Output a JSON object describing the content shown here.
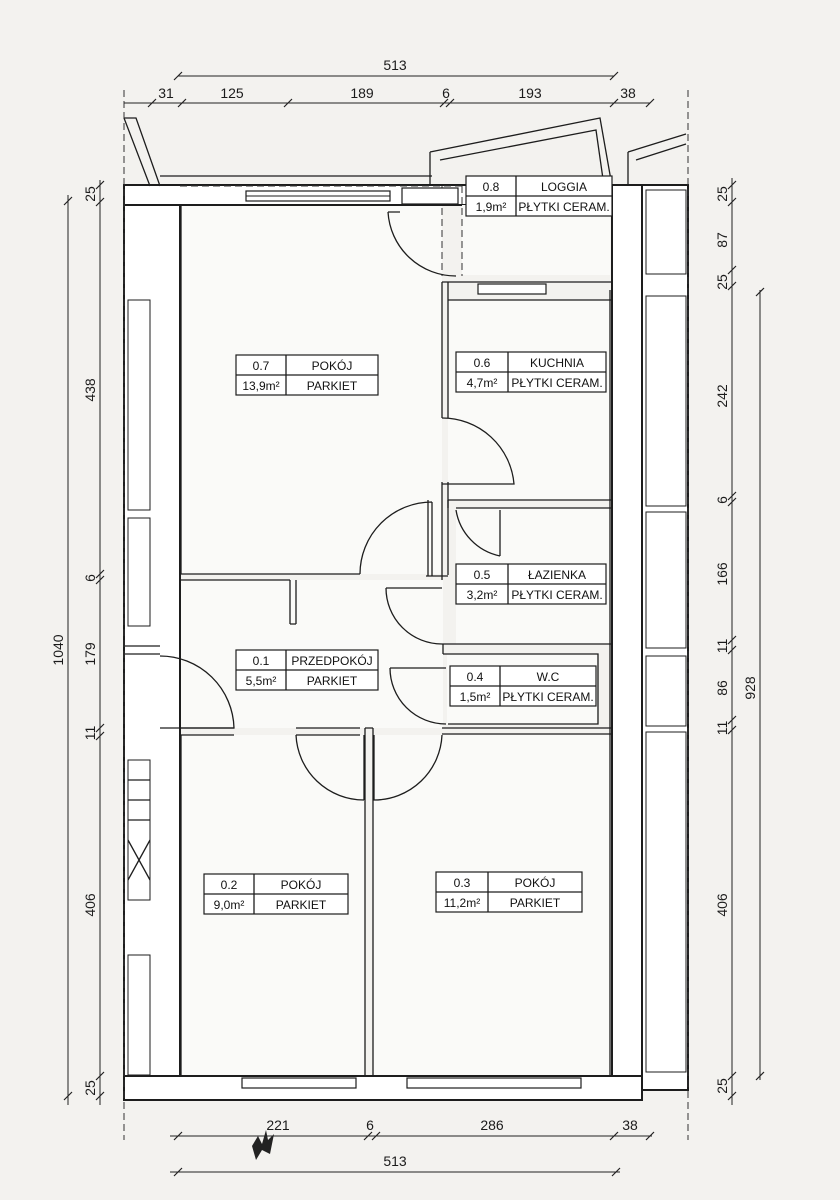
{
  "dimensions": {
    "top_total": "513",
    "top_segments": [
      "31",
      "125",
      "189",
      "6",
      "193",
      "38"
    ],
    "bottom_segments": [
      "221",
      "6",
      "286",
      "38"
    ],
    "bottom_total": "513",
    "left_total": "1040",
    "left_segments": [
      "25",
      "438",
      "6",
      "179",
      "11",
      "406",
      "25"
    ],
    "right_segments": [
      "25",
      "87",
      "25",
      "242",
      "6",
      "166",
      "11",
      "86",
      "11",
      "406",
      "25"
    ],
    "right_total": "928"
  },
  "rooms": [
    {
      "number": "0.7",
      "name": "POKÓJ",
      "area": "13,9m²",
      "floor": "PARKIET"
    },
    {
      "number": "0.6",
      "name": "KUCHNIA",
      "area": "4,7m²",
      "floor": "PŁYTKI CERAM."
    },
    {
      "number": "0.5",
      "name": "ŁAZIENKA",
      "area": "3,2m²",
      "floor": "PŁYTKI CERAM."
    },
    {
      "number": "0.1",
      "name": "PRZEDPOKÓJ",
      "area": "5,5m²",
      "floor": "PARKIET"
    },
    {
      "number": "0.4",
      "name": "W.C",
      "area": "1,5m²",
      "floor": "PŁYTKI CERAM."
    },
    {
      "number": "0.2",
      "name": "POKÓJ",
      "area": "9,0m²",
      "floor": "PARKIET"
    },
    {
      "number": "0.3",
      "name": "POKÓJ",
      "area": "11,2m²",
      "floor": "PARKIET"
    },
    {
      "number": "0.8",
      "name": "LOGGIA",
      "area": "1,9m²",
      "floor": "PŁYTKI CERAM."
    }
  ]
}
